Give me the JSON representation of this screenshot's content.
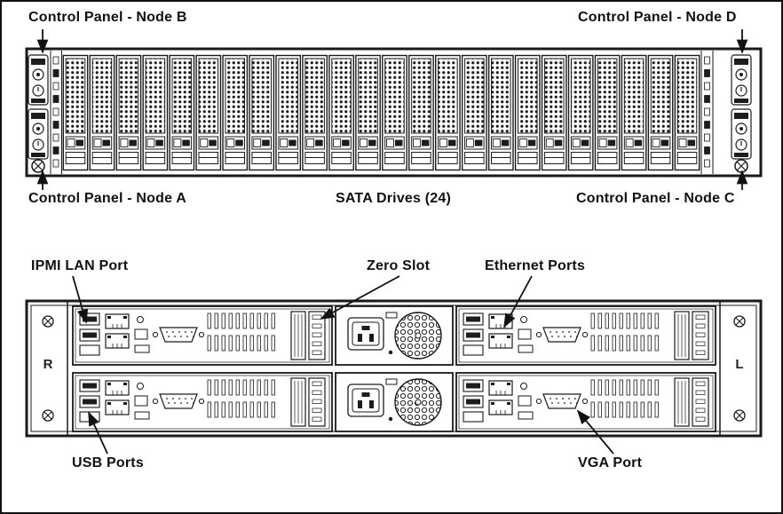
{
  "front_view": {
    "labels": {
      "node_b": "Control Panel - Node B",
      "node_d": "Control Panel - Node D",
      "node_a": "Control Panel - Node A",
      "sata": "SATA Drives (24)",
      "node_c": "Control Panel - Node C"
    },
    "drive_count": 24
  },
  "rear_view": {
    "labels": {
      "ipmi": "IPMI LAN Port",
      "zero_slot": "Zero Slot",
      "ethernet": "Ethernet Ports",
      "usb": "USB Ports",
      "vga": "VGA Port"
    },
    "ear_left": "R",
    "ear_right": "L",
    "node_count": 4,
    "psu_count": 2
  },
  "colors": {
    "line": "#1a1a1a",
    "background": "#ffffff"
  }
}
